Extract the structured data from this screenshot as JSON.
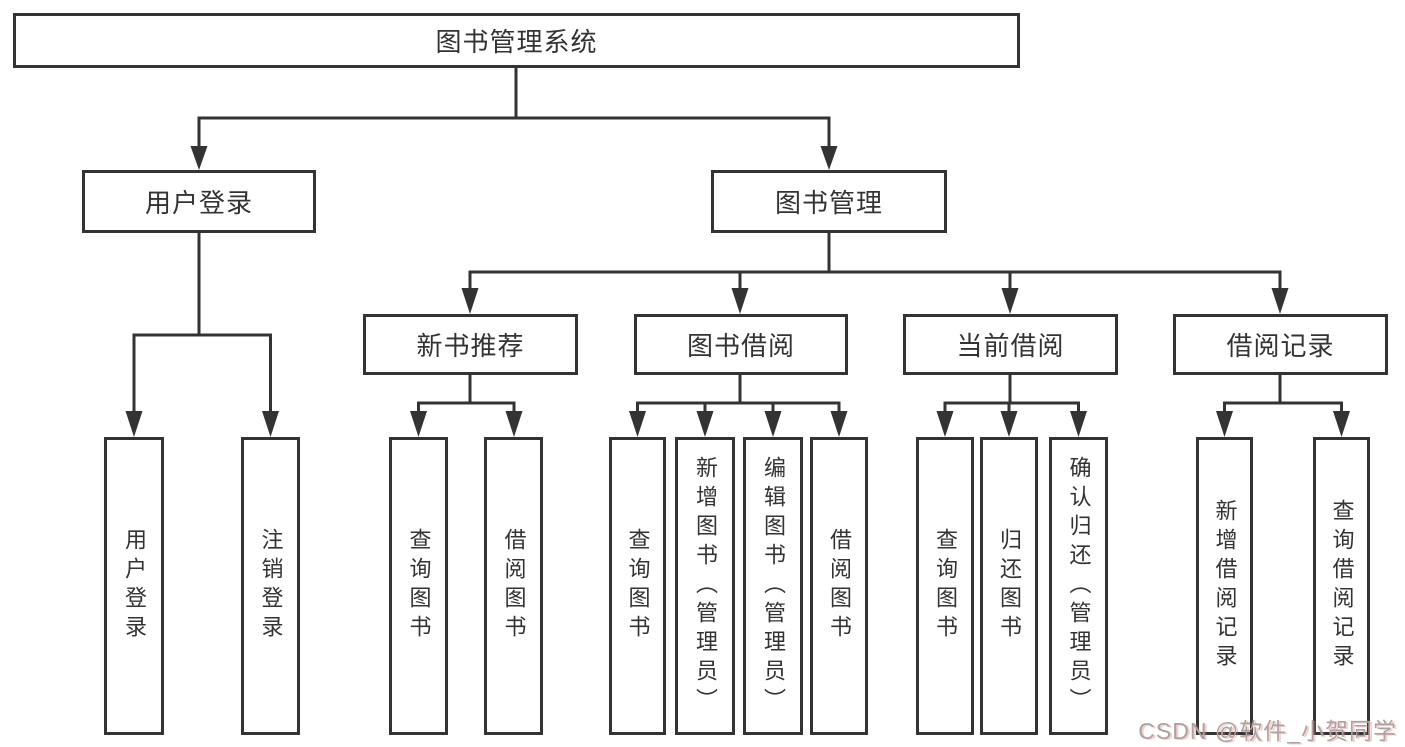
{
  "tree": {
    "label": "图书管理系统",
    "children": [
      {
        "label": "用户登录",
        "children": [
          {
            "label": "用户登录"
          },
          {
            "label": "注销登录"
          }
        ]
      },
      {
        "label": "图书管理",
        "children": [
          {
            "label": "新书推荐",
            "children": [
              {
                "label": "查询图书"
              },
              {
                "label": "借阅图书"
              }
            ]
          },
          {
            "label": "图书借阅",
            "children": [
              {
                "label": "查询图书"
              },
              {
                "label": "新增图书（管理员）"
              },
              {
                "label": "编辑图书（管理员）"
              },
              {
                "label": "借阅图书"
              }
            ]
          },
          {
            "label": "当前借阅",
            "children": [
              {
                "label": "查询图书"
              },
              {
                "label": "归还图书"
              },
              {
                "label": "确认归还（管理员）"
              }
            ]
          },
          {
            "label": "借阅记录",
            "children": [
              {
                "label": "新增借阅记录"
              },
              {
                "label": "查询借阅记录"
              }
            ]
          }
        ]
      }
    ]
  },
  "watermark": {
    "text": "CSDN @软件_小贺同学"
  },
  "colors": {
    "line": "#333333",
    "box_border": "#333333",
    "box_fill": "#ffffff",
    "text": "#333333",
    "watermark": "#a5a5a5"
  }
}
